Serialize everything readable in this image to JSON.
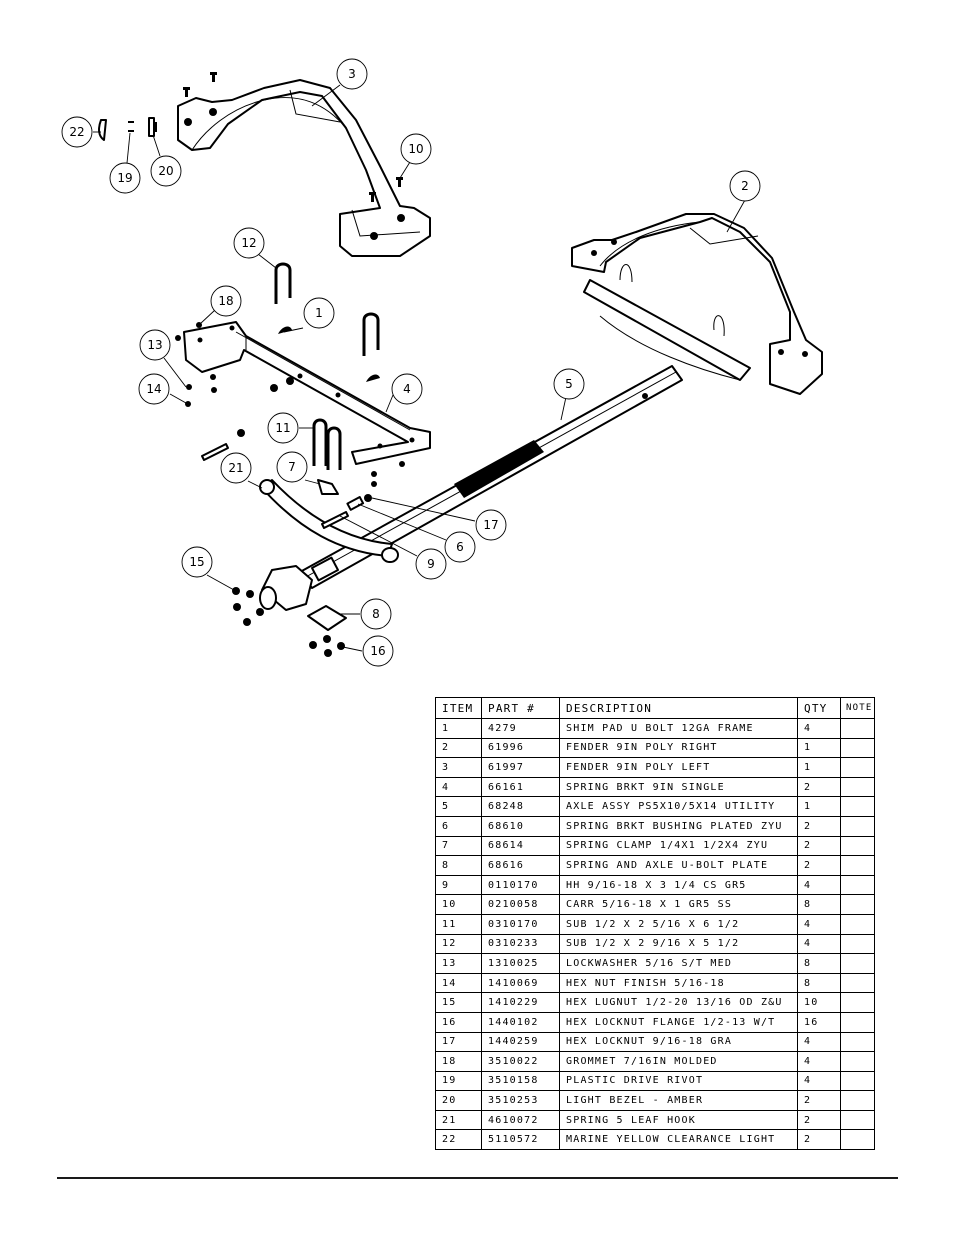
{
  "diagram": {
    "title": "Axle and Fender Assembly Exploded View",
    "callouts": [
      {
        "label": "1"
      },
      {
        "label": "2"
      },
      {
        "label": "3"
      },
      {
        "label": "4"
      },
      {
        "label": "5"
      },
      {
        "label": "6"
      },
      {
        "label": "7"
      },
      {
        "label": "8"
      },
      {
        "label": "9"
      },
      {
        "label": "10"
      },
      {
        "label": "11"
      },
      {
        "label": "12"
      },
      {
        "label": "13"
      },
      {
        "label": "14"
      },
      {
        "label": "15"
      },
      {
        "label": "16"
      },
      {
        "label": "17"
      },
      {
        "label": "18"
      },
      {
        "label": "19"
      },
      {
        "label": "20"
      },
      {
        "label": "21"
      },
      {
        "label": "22"
      }
    ]
  },
  "bom": {
    "headers": {
      "item": "ITEM",
      "part": "PART #",
      "description": "DESCRIPTION",
      "qty": "QTY",
      "note": "NOTE"
    },
    "rows": [
      {
        "item": "1",
        "part": "4279",
        "description": "SHIM PAD   U BOLT 12GA FRAME",
        "qty": "4",
        "note": ""
      },
      {
        "item": "2",
        "part": "61996",
        "description": "FENDER  9IN POLY RIGHT",
        "qty": "1",
        "note": ""
      },
      {
        "item": "3",
        "part": "61997",
        "description": "FENDER  9IN POLY LEFT",
        "qty": "1",
        "note": ""
      },
      {
        "item": "4",
        "part": "66161",
        "description": "SPRING BRKT   9IN SINGLE",
        "qty": "2",
        "note": ""
      },
      {
        "item": "5",
        "part": "68248",
        "description": "AXLE ASSY PS5X10/5X14 UTILITY",
        "qty": "1",
        "note": ""
      },
      {
        "item": "6",
        "part": "68610",
        "description": "SPRING BRKT BUSHING PLATED ZYU",
        "qty": "2",
        "note": ""
      },
      {
        "item": "7",
        "part": "68614",
        "description": "SPRING CLAMP   1/4X1 1/2X4  ZYU",
        "qty": "2",
        "note": ""
      },
      {
        "item": "8",
        "part": "68616",
        "description": "SPRING AND AXLE U-BOLT PLATE",
        "qty": "2",
        "note": ""
      },
      {
        "item": "9",
        "part": "0110170",
        "description": "HH 9/16-18 X 3 1/4 CS GR5",
        "qty": "4",
        "note": ""
      },
      {
        "item": "10",
        "part": "0210058",
        "description": "CARR 5/16-18 X 1 GR5 SS",
        "qty": "8",
        "note": ""
      },
      {
        "item": "11",
        "part": "0310170",
        "description": "SUB 1/2 X 2 5/16 X 6 1/2",
        "qty": "4",
        "note": ""
      },
      {
        "item": "12",
        "part": "0310233",
        "description": "SUB 1/2 X 2 9/16 X 5 1/2",
        "qty": "4",
        "note": ""
      },
      {
        "item": "13",
        "part": "1310025",
        "description": "LOCKWASHER 5/16 S/T MED",
        "qty": "8",
        "note": ""
      },
      {
        "item": "14",
        "part": "1410069",
        "description": "HEX NUT FINISH 5/16-18",
        "qty": "8",
        "note": ""
      },
      {
        "item": "15",
        "part": "1410229",
        "description": "HEX LUGNUT 1/2-20 13/16 OD Z&U",
        "qty": "10",
        "note": ""
      },
      {
        "item": "16",
        "part": "1440102",
        "description": "HEX LOCKNUT FLANGE 1/2-13 W/T",
        "qty": "16",
        "note": ""
      },
      {
        "item": "17",
        "part": "1440259",
        "description": "HEX LOCKNUT 9/16-18 GRA",
        "qty": "4",
        "note": ""
      },
      {
        "item": "18",
        "part": "3510022",
        "description": "GROMMET  7/16IN MOLDED",
        "qty": "4",
        "note": ""
      },
      {
        "item": "19",
        "part": "3510158",
        "description": "PLASTIC DRIVE RIVOT",
        "qty": "4",
        "note": ""
      },
      {
        "item": "20",
        "part": "3510253",
        "description": "LIGHT BEZEL - AMBER",
        "qty": "2",
        "note": ""
      },
      {
        "item": "21",
        "part": "4610072",
        "description": "SPRING  5 LEAF HOOK",
        "qty": "2",
        "note": ""
      },
      {
        "item": "22",
        "part": "5110572",
        "description": "MARINE YELLOW CLEARANCE LIGHT",
        "qty": "2",
        "note": ""
      }
    ]
  }
}
